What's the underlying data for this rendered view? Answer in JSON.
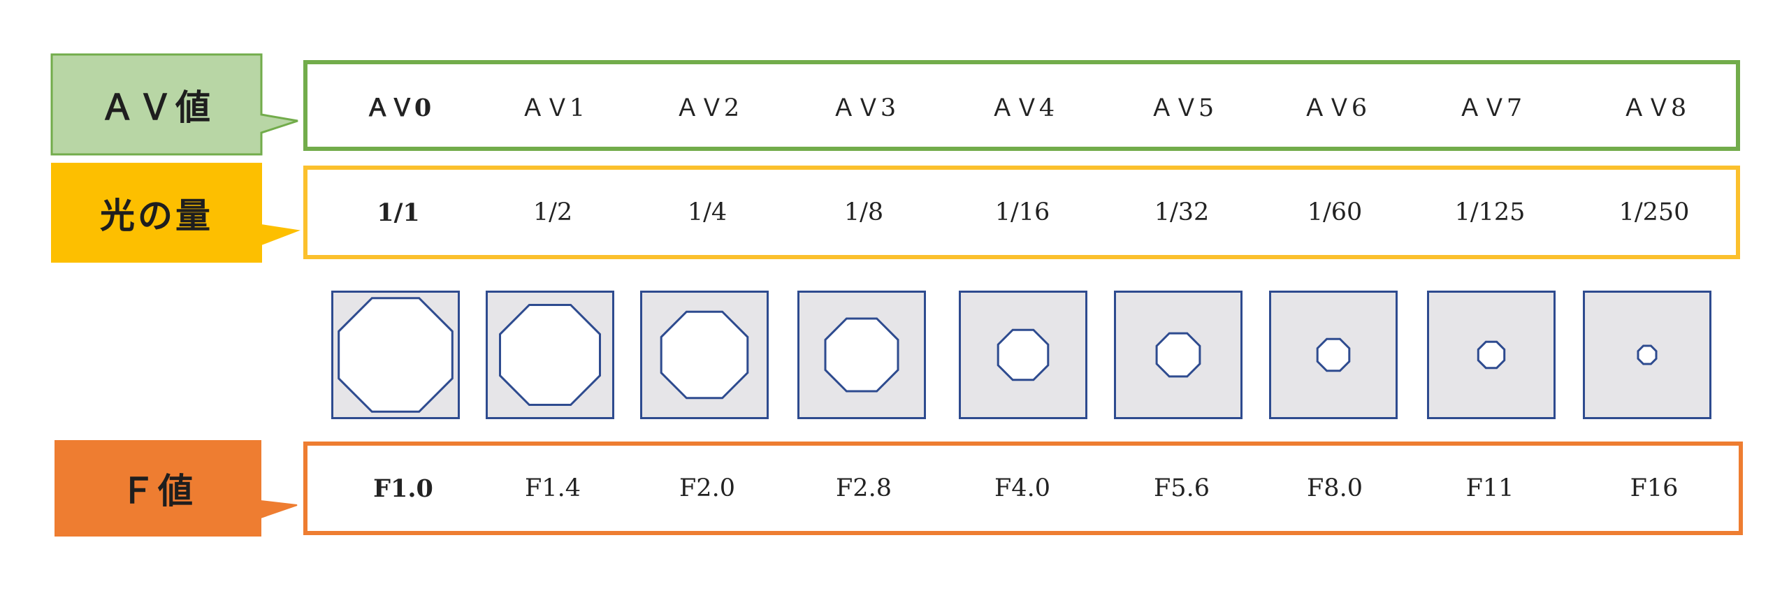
{
  "colors": {
    "av": "#72ac4b",
    "av_fill": "#b8d6a5",
    "light": "#fbc02d",
    "light_fill": "#fdbf00",
    "f": "#ee7d31",
    "f_fill": "#ee7d31",
    "aperture_border": "#2e4b8f",
    "aperture_bg": "#e6e5e8"
  },
  "av_row": {
    "title": "ＡＶ値",
    "values": [
      "ＡＶ0",
      "ＡＶ1",
      "ＡＶ2",
      "ＡＶ3",
      "ＡＶ4",
      "ＡＶ5",
      "ＡＶ6",
      "ＡＶ7",
      "ＡＶ8"
    ]
  },
  "light_row": {
    "title": "光の量",
    "values": [
      "1/1",
      "1/2",
      "1/4",
      "1/8",
      "1/16",
      "1/32",
      "1/60",
      "1/125",
      "1/250"
    ]
  },
  "f_row": {
    "title": "Ｆ値",
    "values": [
      "F1.0",
      "F1.4",
      "F2.0",
      "F2.8",
      "F4.0",
      "F5.6",
      "F8.0",
      "F11",
      "F16"
    ]
  },
  "apertures": {
    "icon": "octagon-aperture-icon",
    "relative_opening": [
      1.0,
      0.88,
      0.76,
      0.64,
      0.44,
      0.38,
      0.28,
      0.23,
      0.16
    ]
  }
}
